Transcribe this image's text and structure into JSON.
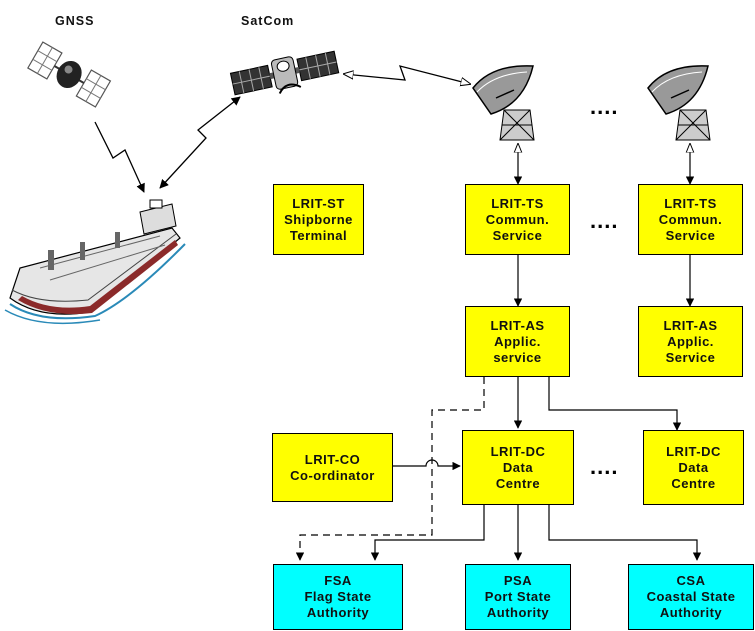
{
  "labels": {
    "gnss": "GNSS",
    "satcom": "SatCom"
  },
  "ellipsis": "....",
  "boxes": {
    "st": {
      "line1": "LRIT-ST",
      "line2": "Shipborne",
      "line3": "Terminal"
    },
    "ts1": {
      "line1": "LRIT-TS",
      "line2": "Commun.",
      "line3": "Service"
    },
    "ts2": {
      "line1": "LRIT-TS",
      "line2": "Commun.",
      "line3": "Service"
    },
    "as1": {
      "line1": "LRIT-AS",
      "line2": "Applic.",
      "line3": "service"
    },
    "as2": {
      "line1": "LRIT-AS",
      "line2": "Applic.",
      "line3": "Service"
    },
    "co": {
      "line1": "LRIT-CO",
      "line2": "Co-ordinator"
    },
    "dc1": {
      "line1": "LRIT-DC",
      "line2": "Data",
      "line3": "Centre"
    },
    "dc2": {
      "line1": "LRIT-DC",
      "line2": "Data",
      "line3": "Centre"
    },
    "fsa": {
      "line1": "FSA",
      "line2": "Flag State",
      "line3": "Authority"
    },
    "psa": {
      "line1": "PSA",
      "line2": "Port State",
      "line3": "Authority"
    },
    "csa": {
      "line1": "CSA",
      "line2": "Coastal State",
      "line3": "Authority"
    }
  },
  "colors": {
    "box_yellow": "#ffff00",
    "box_cyan": "#00ffff",
    "line": "#000000"
  }
}
